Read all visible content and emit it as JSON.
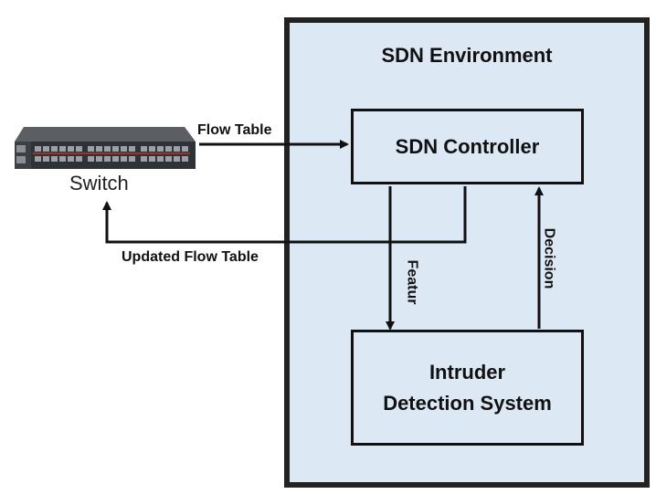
{
  "environment": {
    "title": "SDN Environment"
  },
  "nodes": {
    "controller": "SDN Controller",
    "ids_line1": "Intruder",
    "ids_line2": "Detection System",
    "switch": "Switch"
  },
  "edges": {
    "flow_table": "Flow Table",
    "updated_flow_table": "Updated Flow Table",
    "featur": "Featur",
    "decision": "Decision"
  }
}
